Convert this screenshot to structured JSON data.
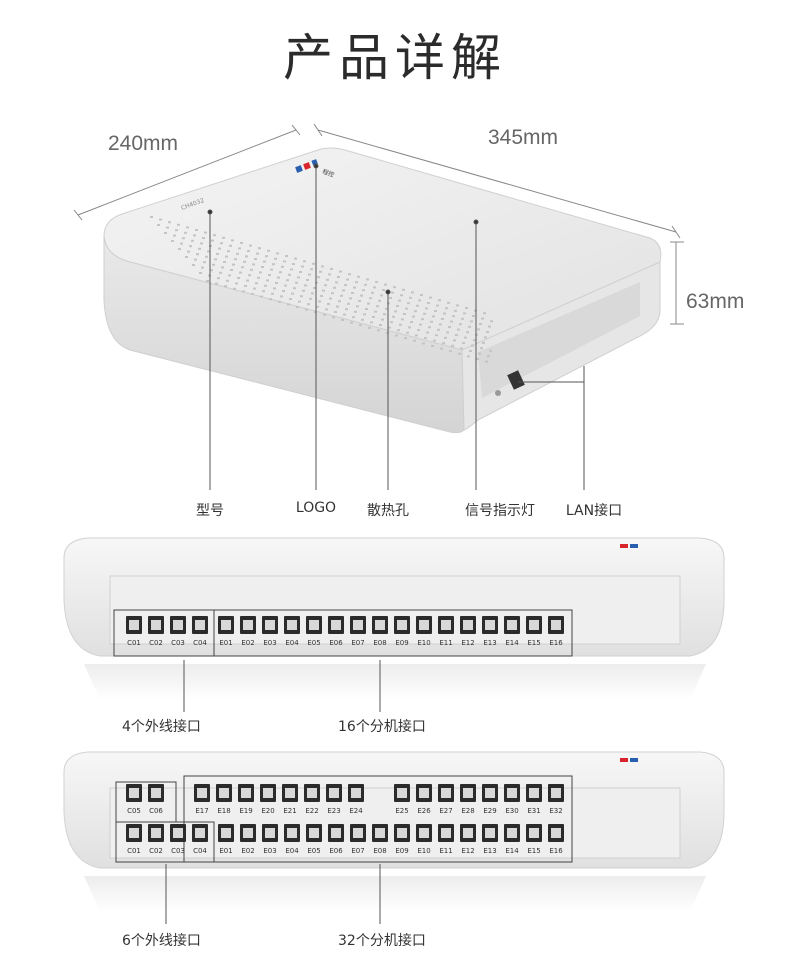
{
  "title": "产品详解",
  "dimensions": {
    "depth": "240mm",
    "width": "345mm",
    "height": "63mm"
  },
  "callouts": {
    "model": "型号",
    "logo": "LOGO",
    "vents": "散热孔",
    "indicator": "信号指示灯",
    "lan": "LAN接口"
  },
  "device_label": "CH4032",
  "panel1": {
    "trunk_ports": [
      "C01",
      "C02",
      "C03",
      "C04"
    ],
    "ext_ports": [
      "E01",
      "E02",
      "E03",
      "E04",
      "E05",
      "E06",
      "E07",
      "E08",
      "E09",
      "E10",
      "E11",
      "E12",
      "E13",
      "E14",
      "E15",
      "E16"
    ],
    "trunk_caption": "4个外线接口",
    "ext_caption": "16个分机接口"
  },
  "panel2": {
    "trunk_top": [
      "C05",
      "C06"
    ],
    "trunk_ports": [
      "C01",
      "C02",
      "C03",
      "C04"
    ],
    "ext_top": [
      "E17",
      "E18",
      "E19",
      "E20",
      "E21",
      "E22",
      "E23",
      "E24",
      "E25",
      "E26",
      "E27",
      "E28",
      "E29",
      "E30",
      "E31",
      "E32"
    ],
    "ext_ports": [
      "E01",
      "E02",
      "E03",
      "E04",
      "E05",
      "E06",
      "E07",
      "E08",
      "E09",
      "E10",
      "E11",
      "E12",
      "E13",
      "E14",
      "E15",
      "E16"
    ],
    "trunk_caption": "6个外线接口",
    "ext_caption": "32个分机接口"
  }
}
